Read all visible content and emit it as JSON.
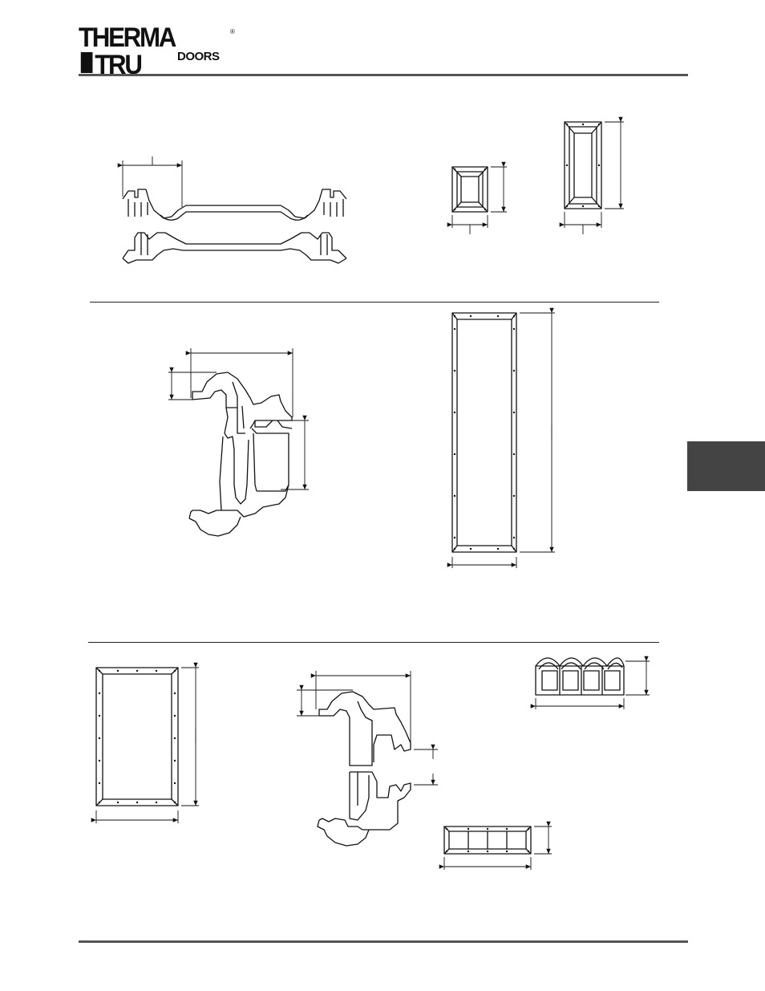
{
  "brand": {
    "name_left": "THERMA",
    "name_right": "TRU",
    "registered": "®",
    "sub": "DOORS"
  },
  "colors": {
    "rule": "#555555",
    "section_tab": "#444444",
    "ink": "#111111"
  },
  "drawings": [
    "lite-frame-cross-section-top",
    "small-square-lite",
    "narrow-tall-lite",
    "frame-profile-section-middle",
    "full-length-lite",
    "half-lite",
    "frame-profile-section-bottom",
    "arched-four-pane-transom",
    "four-pane-transom"
  ]
}
